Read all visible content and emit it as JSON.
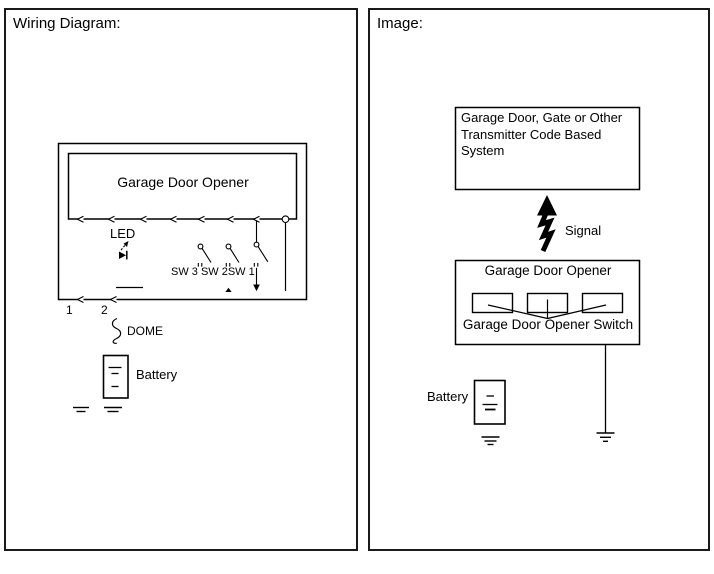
{
  "left_panel": {
    "title": "Wiring Diagram:",
    "opener_label": "Garage Door Opener",
    "led_label": "LED",
    "switch_labels": "SW 3 SW 2SW 1",
    "terminal_1": "1",
    "terminal_2": "2",
    "dome_label": "DOME",
    "battery_label": "Battery"
  },
  "right_panel": {
    "title": "Image:",
    "transmitter_label": "Garage Door, Gate or Other Transmitter Code Based System",
    "signal_label": "Signal",
    "opener_title": "Garage Door Opener",
    "opener_switch_label": "Garage Door Opener Switch",
    "battery_label": "Battery"
  },
  "colors": {
    "ink": "#000000",
    "background": "#ffffff"
  }
}
